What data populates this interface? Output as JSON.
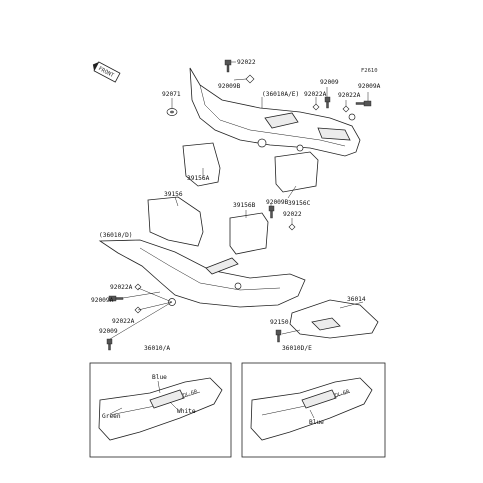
{
  "figure_code": "F2610",
  "front_badge": "FRONT",
  "parts": [
    {
      "id": "p92022_top",
      "label": "92022"
    },
    {
      "id": "p92009B_top",
      "label": "92009B"
    },
    {
      "id": "p36010AE",
      "label": "(36010A/E)"
    },
    {
      "id": "p92009_r",
      "label": "92009"
    },
    {
      "id": "p92022A_r",
      "label": "92022A"
    },
    {
      "id": "p92022A_r2",
      "label": "92022A"
    },
    {
      "id": "p92009A_r",
      "label": "92009A"
    },
    {
      "id": "p92071",
      "label": "92071"
    },
    {
      "id": "p39156A",
      "label": "39156A"
    },
    {
      "id": "p39156C",
      "label": "39156C"
    },
    {
      "id": "p39156",
      "label": "39156"
    },
    {
      "id": "p92009B_mid",
      "label": "92009B"
    },
    {
      "id": "p39156B",
      "label": "39156B"
    },
    {
      "id": "p92022_mid",
      "label": "92022"
    },
    {
      "id": "p36010D",
      "label": "(36010/D)"
    },
    {
      "id": "p92022A_l",
      "label": "92022A"
    },
    {
      "id": "p92009A_l",
      "label": "92009A"
    },
    {
      "id": "p92022A_l2",
      "label": "92022A"
    },
    {
      "id": "p92009_l",
      "label": "92009"
    },
    {
      "id": "p36014",
      "label": "36014"
    },
    {
      "id": "p92150",
      "label": "92150"
    },
    {
      "id": "p36010A",
      "label": "36010/A"
    },
    {
      "id": "p36010DE",
      "label": "36010D/E"
    }
  ],
  "colors": {
    "blue_left": "Blue",
    "white_left": "White",
    "green_left": "Green",
    "blue_right": "Blue"
  },
  "decal_text": "ZX-6R"
}
